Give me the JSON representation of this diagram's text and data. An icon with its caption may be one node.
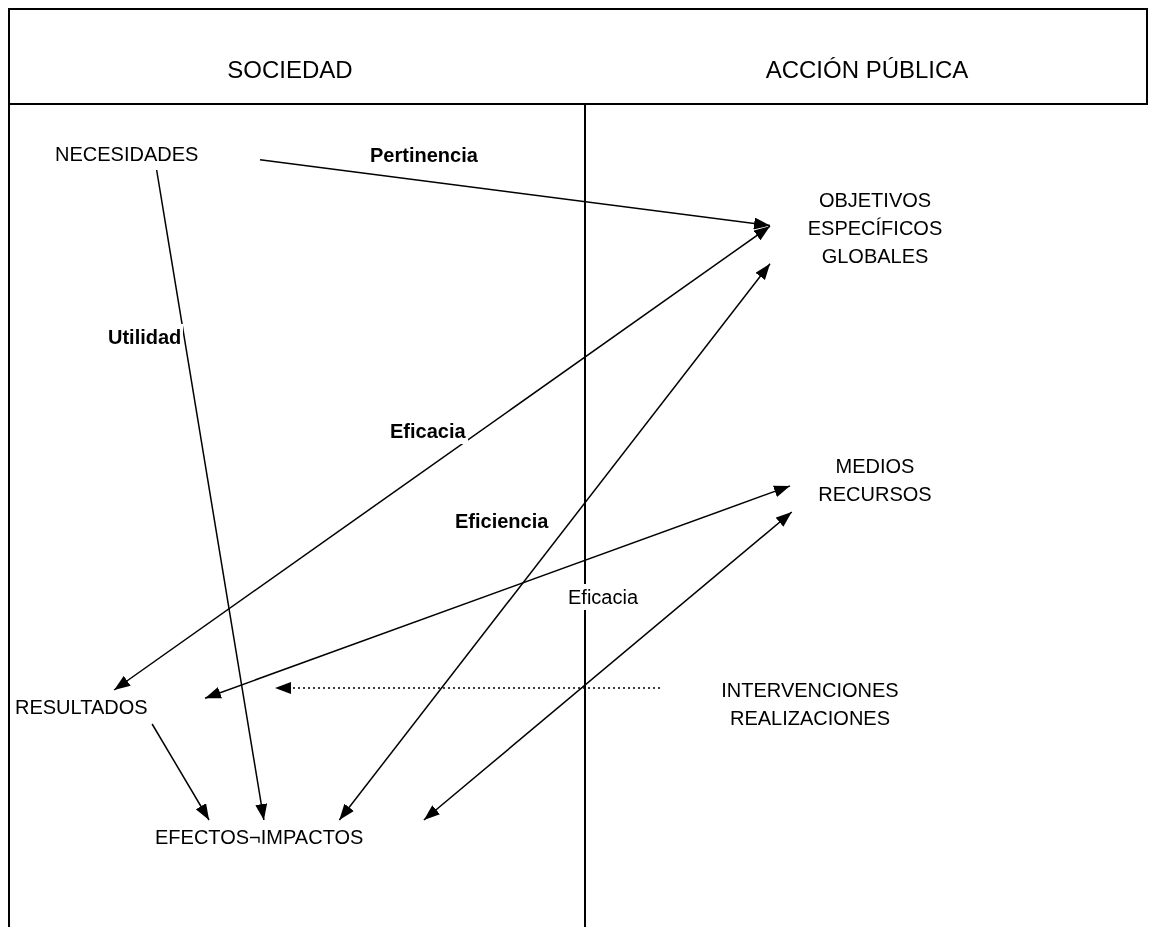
{
  "diagram": {
    "nodes": [
      {
        "text": [
          "NECESIDADES"
        ]
      },
      {
        "text": [
          "OBJETIVOS ESPECÍFICOS GLOBALES"
        ]
      },
      {
        "text": [
          "MEDIOS RECURSOS"
        ]
      },
      {
        "text": [
          "RESULTADOS"
        ]
      },
      {
        "text": [
          "INTERVENCIONES REALIZACIONES"
        ]
      },
      {
        "text": [
          "EFECTOS¬IMPACTOS"
        ]
      }
    ],
    "edges": [
      {
        "from": 0,
        "to": 1,
        "arrow": "to",
        "label": "Pertinencia"
      },
      {
        "from": 0,
        "to": 5,
        "arrow": "to",
        "label": "Utilidad"
      },
      {
        "from": 1,
        "to": 3,
        "arrow": "both",
        "label": "Eficacia"
      },
      {
        "from": 1,
        "to": 5,
        "arrow": "both",
        "label": "Eficiencia"
      },
      {
        "from": 2,
        "to": 3,
        "arrow": "both"
      },
      {
        "from": 2,
        "to": 5,
        "arrow": "both",
        "label": "Eficacia"
      },
      {
        "from": 4,
        "to": null,
        "arrow": "to",
        "style": "dashed"
      },
      {
        "from": 3,
        "to": 5,
        "arrow": "to"
      }
    ],
    "labels": [
      "SOCIEDAD",
      "ACCIÓN PÚBLICA"
    ]
  }
}
